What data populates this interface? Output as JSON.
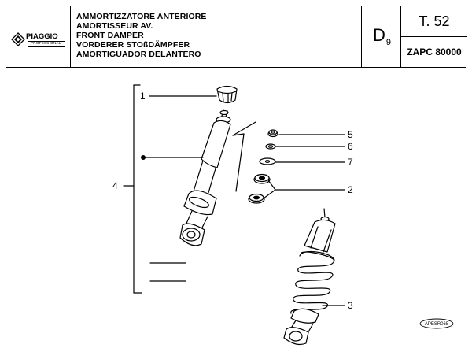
{
  "header": {
    "brand": "PIAGGIO",
    "brand_sub": "PROFESSIONAL",
    "titles": [
      "AMMORTIZZATORE ANTERIORE",
      "AMORTISSEUR AV.",
      "FRONT DAMPER",
      "VORDERER STOßDÄMPFER",
      "AMORTIGUADOR DELANTERO"
    ],
    "section_code": "D",
    "section_sub": "9",
    "table_ref": "T. 52",
    "model": "ZAPC 80000"
  },
  "callouts": {
    "c1": "1",
    "c2": "2",
    "c3": "3",
    "c4": "4",
    "c5": "5",
    "c6": "6",
    "c7": "7"
  },
  "image_code": "APESR065"
}
